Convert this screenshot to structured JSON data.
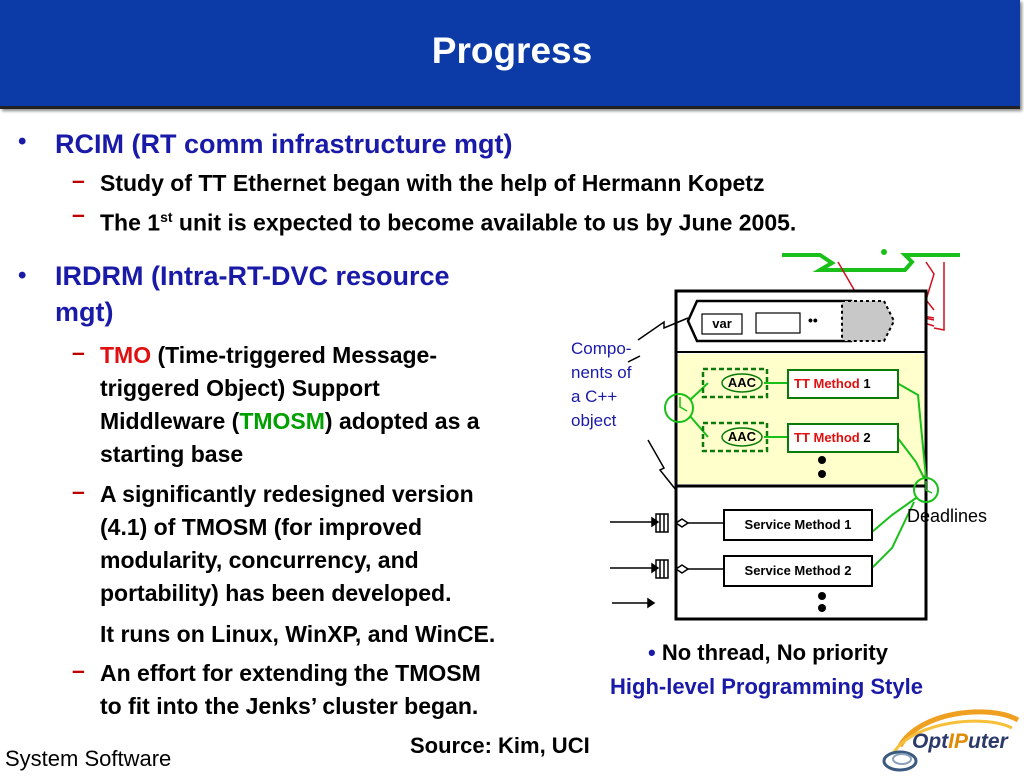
{
  "title": "Progress",
  "rcim": {
    "heading": "RCIM (RT comm infrastructure mgt)",
    "sub1": "Study of TT Ethernet began with the help of Hermann Kopetz",
    "sub2_pre": "The 1",
    "sub2_sup": "st",
    "sub2_post": " unit is expected to become available to us by June 2005."
  },
  "irdrm": {
    "heading_line1": "IRDRM (Intra-RT-DVC resource",
    "heading_line2": "mgt)",
    "tmo_red": "TMO",
    "tmo_line1_rest": " (Time-triggered Message-",
    "tmo_line2": "triggered Object) Support",
    "tmo_line3_pre": "Middleware (",
    "tmosm_green": "TMOSM",
    "tmo_line3_post": ") adopted as a",
    "tmo_line4": "starting base",
    "redesign_line1": "A significantly redesigned version",
    "redesign_line2": "(4.1) of TMOSM (for improved",
    "redesign_line3": "modularity, concurrency, and",
    "redesign_line4": "portability) has been developed.",
    "runs_on": "It runs on Linux, WinXP, and WinCE.",
    "effort_line1": "An effort for extending the TMOSM",
    "effort_line2": "to fit into the Jenks’ cluster began."
  },
  "diagram": {
    "components_l1": "Compo-",
    "components_l2": "nents of",
    "components_l3": "a C++",
    "components_l4": "object",
    "var": "var",
    "dots_small": "••",
    "aac1": "AAC",
    "aac2": "AAC",
    "tt_method": "TT Method",
    "tt_num1": "1",
    "tt_num2": "2",
    "service1": "Service Method 1",
    "service2": "Service Method 2",
    "deadlines": "Deadlines",
    "no_thread": "No thread,  No priority",
    "high_level": "High-level Programming Style"
  },
  "footer": {
    "left": "System Software",
    "source": "Source: Kim, UCI",
    "logo_pre": "Opt",
    "logo_ip": "IP",
    "logo_post": "uter"
  }
}
